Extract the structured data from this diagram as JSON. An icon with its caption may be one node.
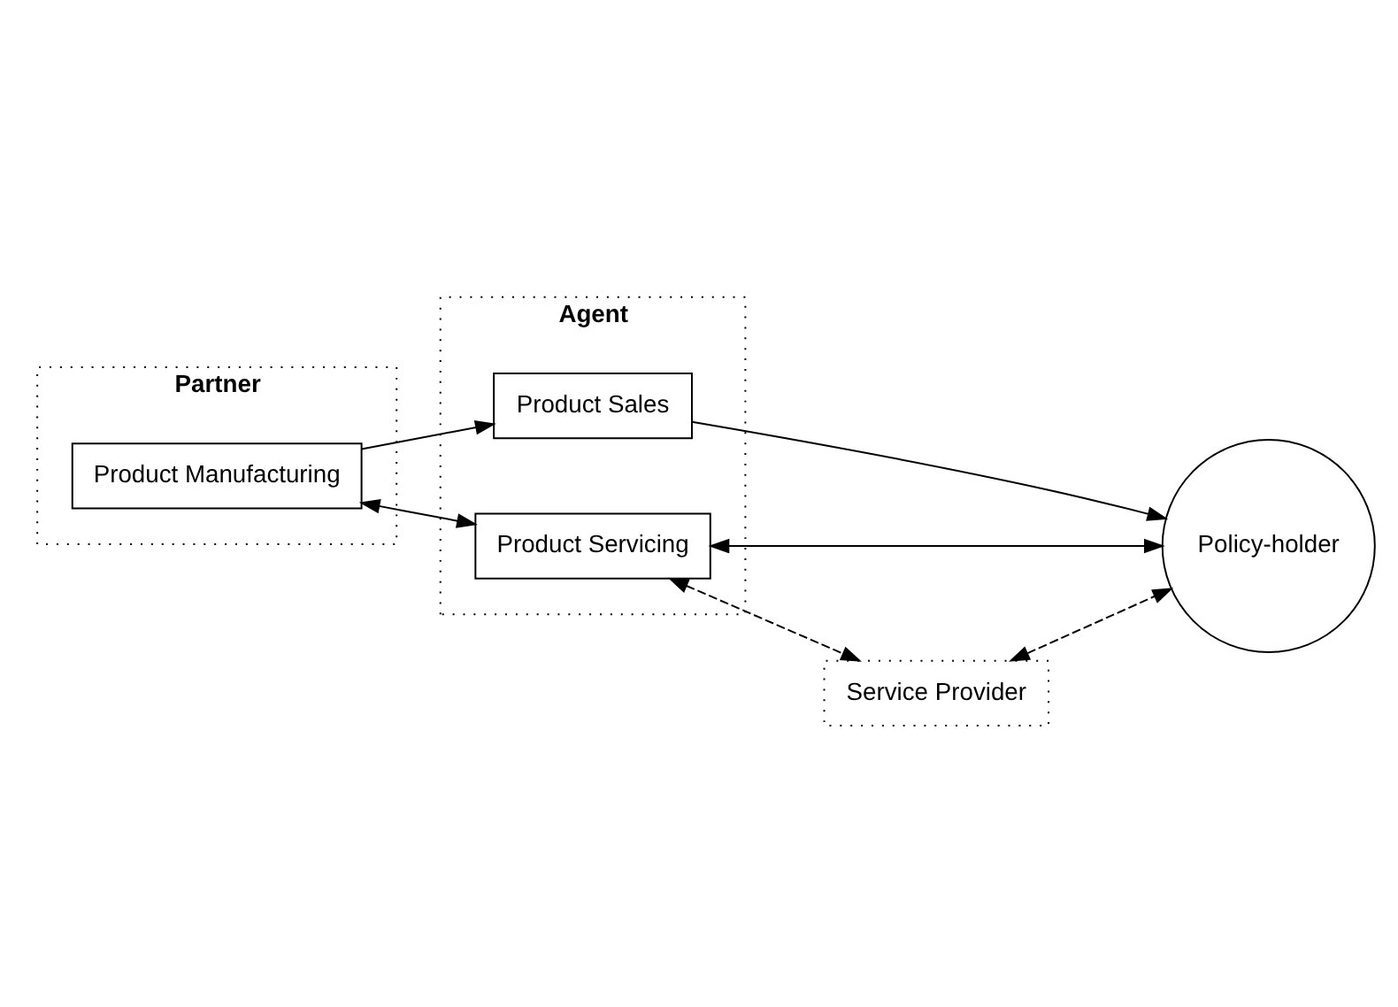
{
  "diagram": {
    "nodes": [
      {
        "text": [
          "Partner"
        ]
      },
      {
        "text": [
          "Product Manufacturing"
        ],
        "in": 0
      },
      {
        "text": [
          "Agent"
        ]
      },
      {
        "text": [
          "Product Sales"
        ],
        "in": 2
      },
      {
        "text": [
          "Product Servicing"
        ],
        "in": 2
      },
      {
        "text": [
          "Policy-holder"
        ]
      },
      {
        "text": [
          "Service Provider"
        ]
      }
    ],
    "edges": [
      {
        "from": 1,
        "to": 3,
        "arrow": "to"
      },
      {
        "from": 3,
        "to": 5,
        "arrow": "to"
      },
      {
        "from": 1,
        "to": 4,
        "arrow": "both"
      },
      {
        "from": 4,
        "to": 5,
        "arrow": "both"
      },
      {
        "from": 4,
        "to": 6,
        "arrow": "both",
        "style": "dashed"
      },
      {
        "from": 6,
        "to": 5,
        "arrow": "both",
        "style": "dashed"
      }
    ]
  }
}
